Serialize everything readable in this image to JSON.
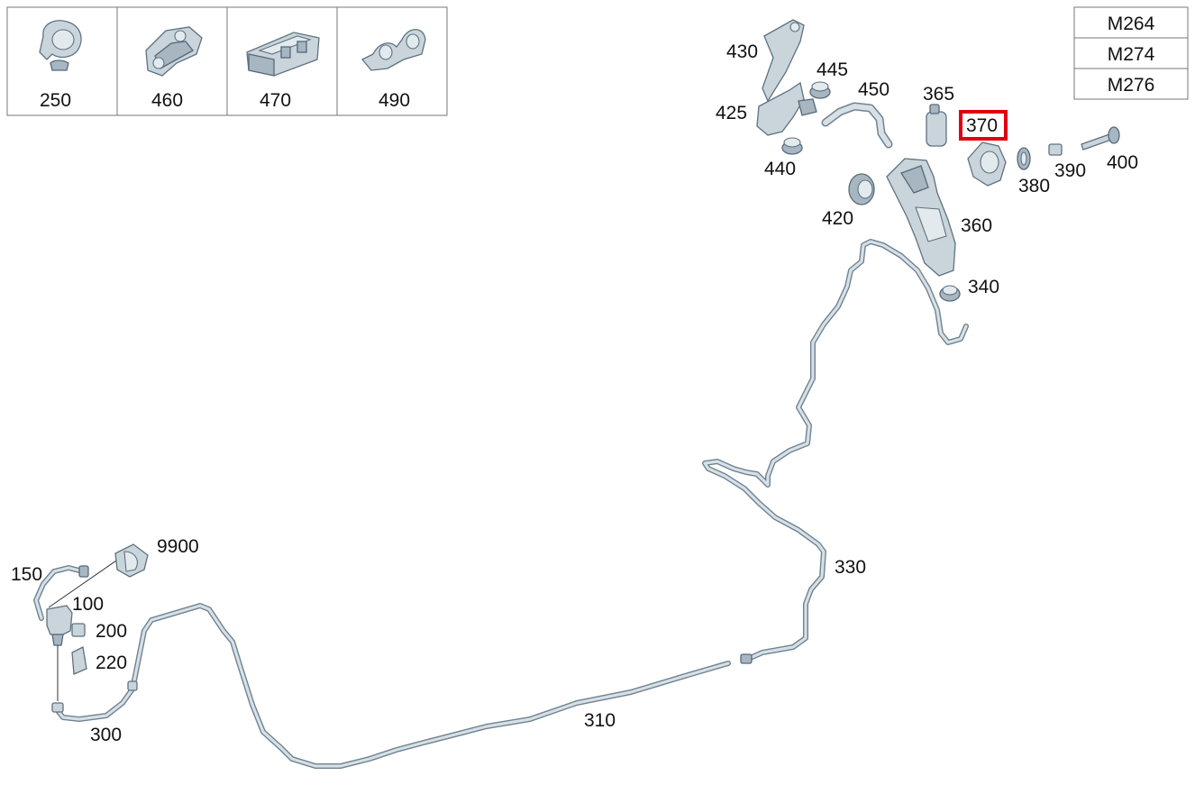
{
  "inset_parts": [
    {
      "label": "250",
      "icon": "clip-part-icon"
    },
    {
      "label": "460",
      "icon": "holder-part-icon"
    },
    {
      "label": "470",
      "icon": "bracket-block-part-icon"
    },
    {
      "label": "490",
      "icon": "double-clip-part-icon"
    }
  ],
  "engine_variants": [
    "M264",
    "M274",
    "M276"
  ],
  "callouts": {
    "c100": "100",
    "c150": "150",
    "c200": "200",
    "c220": "220",
    "c300": "300",
    "c310": "310",
    "c330": "330",
    "c340": "340",
    "c360": "360",
    "c365": "365",
    "c370": "370",
    "c380": "380",
    "c390": "390",
    "c400": "400",
    "c420": "420",
    "c425": "425",
    "c430": "430",
    "c440": "440",
    "c445": "445",
    "c450": "450",
    "c9900": "9900"
  },
  "highlighted_callout": "370",
  "colors": {
    "highlight": "#e10010",
    "part_fill": "#c9d4db",
    "part_outline": "#5e7280"
  }
}
